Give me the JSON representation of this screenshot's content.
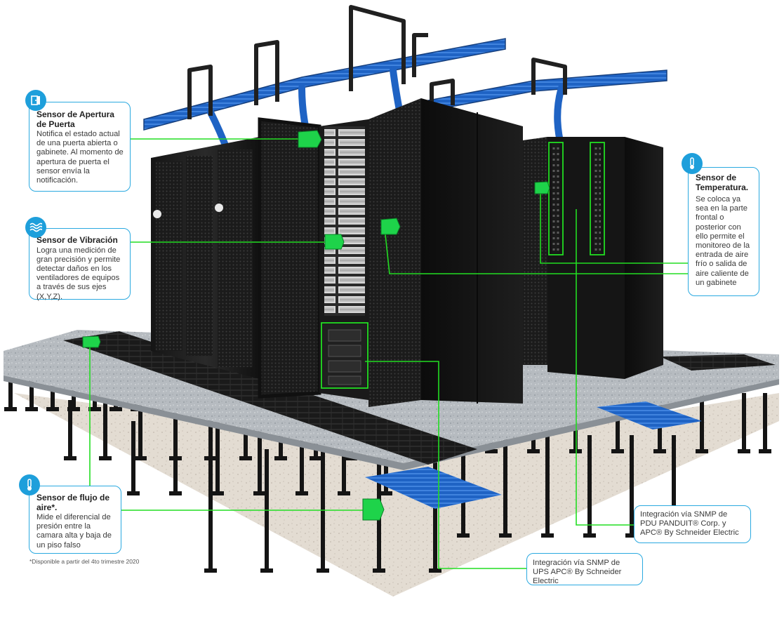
{
  "callouts": {
    "door": {
      "title": "Sensor de Apertura de Puerta",
      "desc": "Notifica el estado actual de una puerta abierta o gabinete. Al momento de apertura de puerta el sensor envía la notificación.",
      "icon": "door-icon"
    },
    "vibration": {
      "title": "Sensor de Vibración",
      "desc": "Logra una medición de gran precisión y permite detectar daños en los ventiladores de equipos a través de sus ejes (X,Y,Z).",
      "icon": "vibration-waves-icon"
    },
    "airflow": {
      "title": "Sensor de flujo de aire*.",
      "desc": "Mide el diferencial de presión entre la camara alta y baja de un piso falso",
      "icon": "thermometer-icon"
    },
    "temperature": {
      "title": "Sensor de Temperatura.",
      "desc": "Se coloca ya sea en la parte frontal o posterior con ello permite el monitoreo de la entrada de aire frío o salida de aire caliente de un gabinete",
      "icon": "thermometer-icon"
    },
    "pdu": {
      "text": "Integración vía SNMP de PDU PANDUIT® Corp. y APC® By Schneider Electric"
    },
    "ups": {
      "text": "Integración vía SNMP de UPS APC® By Schneider Electric"
    }
  },
  "footnote": "*Disponible a partir del 4to trimestre 2020",
  "colors": {
    "callout_border": "#2aa9e0",
    "icon_bg": "#1e9fdb",
    "leader_line": "#22dd22",
    "rack": "#1c1c1c",
    "cable_tray": "#1f63c4",
    "floor_tile": "#b9bec3"
  }
}
